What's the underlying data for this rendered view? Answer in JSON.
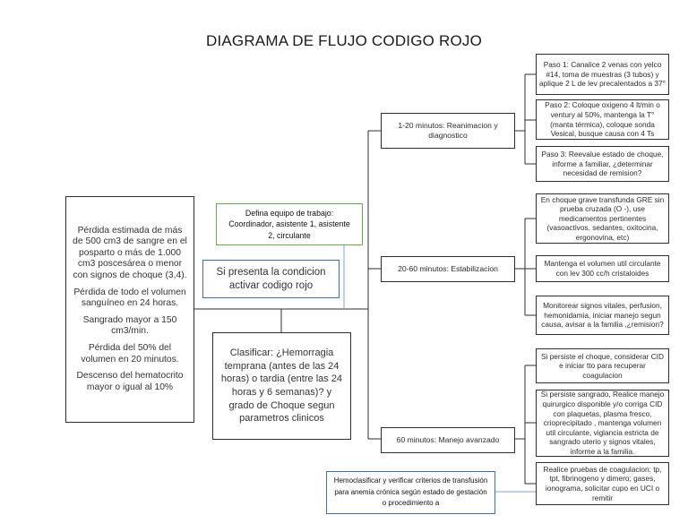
{
  "title": "DIAGRAMA DE FLUJO CODIGO ROJO",
  "left_box": [
    "Pérdida estimada de más de 500 cm3 de sangre en el posparto o más de 1.000 cm3 poscesárea o menor con signos de choque (3,4).",
    "Pérdida de todo el volumen sanguíneo en 24 horas.",
    "Sangrado mayor a 150 cm3/min.",
    "Pérdida del 50% del volumen en 20 minutos.",
    "Descenso del hematocrito mayor o igual al 10%"
  ],
  "team_box": "Defina equipo de trabajo: Coordinador, asistente 1, asistente 2, circulante",
  "activate_box": "Si presenta la condicion activar codigo rojo",
  "classify_box": "Clasificar: ¿Hemorragia temprana (antes de las 24 horas) o tardia (entre las 24 horas y 6 semanas)? y grado de Choque segun parametros clinicos",
  "hemo_box": "Hemoclasificar y verificar criterios de transfusión para anemia crónica según estado de gestación o procedimiento a",
  "phases": [
    {
      "label": "1-20 minutos: Reanimacion y diagnostico",
      "steps": [
        "Paso 1: Canalice 2 venas con yelco #14, toma de muestras (3 tubos) y aplique 2 L de lev precalentados a 37°",
        "Paso 2: Coloque oxigeno 4 lt/min o ventury al 50%, mantenga la T° (manta térmica), coloque sonda Vesical, busque causa con 4 Ts",
        "Paso 3: Reevalue estado de choque, informe a familiar, ¿determinar necesidad de remision?"
      ]
    },
    {
      "label": "20-60 minutos: Estabilizacion",
      "steps": [
        "En choque grave transfunda GRE sin prueba cruzada (O -), use medicamentos pertinentes (vasoactivos, sedantes, oxitocina, ergonovina, etc)",
        "Mantenga el volumen util circulante con lev 300 cc/h cristaloides",
        "Monitorear signos vitales, perfusion, hemonidamia, iniciar manejo segun causa, avisar a la familia ,¿remision?"
      ]
    },
    {
      "label": "60 minutos: Manejo avanzado",
      "steps": [
        "Si persiste el choque, considerar CID e iniciar tto para recuperar coagulacion",
        "Si persiste sangrado, Realice manejo quirurgico disponible y/o corriga CID con plaquetas, plasma fresco, crioprecipitado , mantenga volumen util circulante, viglancia estricta de sangrado uterio y signos vitales, informe a la familia.",
        "Realice pruebas de coagulacion: tp, tpt, fibrinogeno y dimero; gases, ionograma, solicitar cupo en UCI o remitir"
      ]
    }
  ]
}
